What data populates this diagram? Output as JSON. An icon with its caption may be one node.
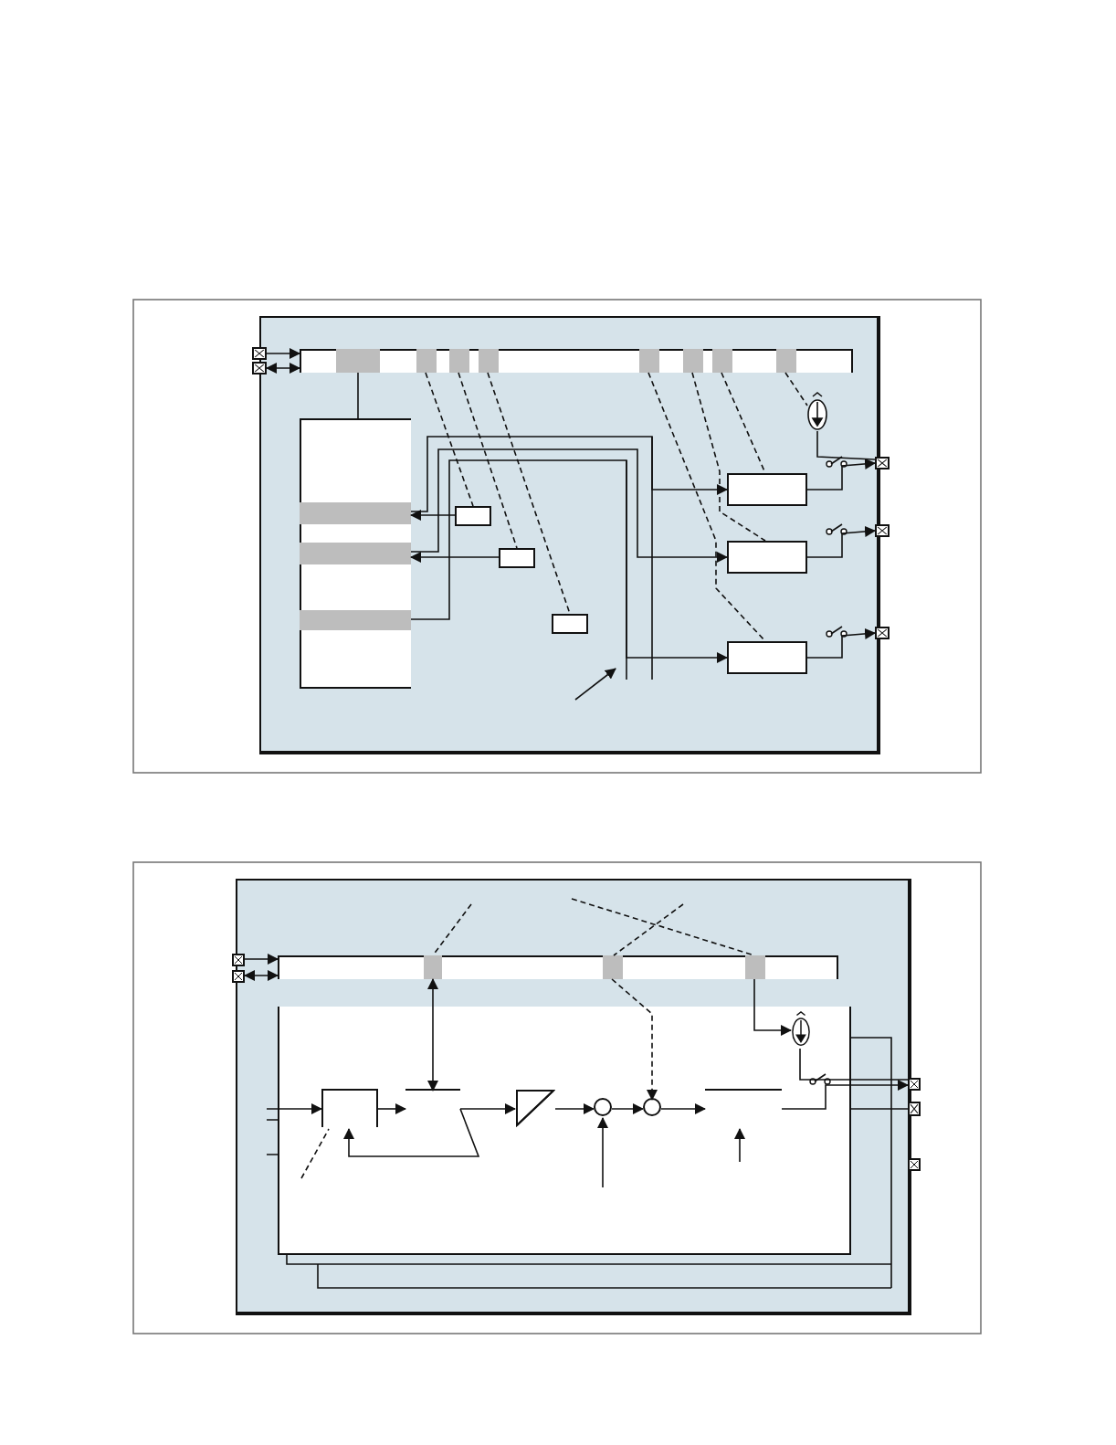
{
  "diagram": {
    "nodes": [
      {
        "text": [],
        "shape": "box"
      },
      {
        "text": [],
        "shape": "bar",
        "in": 0
      },
      {
        "text": [],
        "shape": "box",
        "in": 1
      },
      {
        "text": [],
        "shape": "box",
        "in": 1
      },
      {
        "text": [],
        "shape": "box",
        "in": 1
      },
      {
        "text": [],
        "shape": "box",
        "in": 1
      },
      {
        "text": [],
        "shape": "box",
        "in": 1
      },
      {
        "text": [],
        "shape": "box",
        "in": 1
      },
      {
        "text": [],
        "shape": "box",
        "in": 1
      },
      {
        "text": [],
        "shape": "box",
        "in": 1
      },
      {
        "text": [],
        "shape": "box",
        "in": 0
      },
      {
        "text": [],
        "shape": "bar",
        "in": 10
      },
      {
        "text": [],
        "shape": "bar",
        "in": 10
      },
      {
        "text": [],
        "shape": "bar",
        "in": 10
      },
      {
        "text": [],
        "shape": "box",
        "in": 0
      },
      {
        "text": [],
        "shape": "box",
        "in": 0
      },
      {
        "text": [],
        "shape": "box",
        "in": 0
      },
      {
        "text": [],
        "shape": "box",
        "in": 0
      },
      {
        "text": [],
        "shape": "box",
        "in": 0
      },
      {
        "text": [],
        "shape": "box",
        "in": 0
      },
      {
        "text": [],
        "shape": "box"
      },
      {
        "text": [],
        "shape": "box"
      },
      {
        "text": [],
        "shape": "box"
      },
      {
        "text": [],
        "shape": "box"
      },
      {
        "text": [],
        "shape": "box"
      },
      {
        "text": [],
        "shape": "circle",
        "in": 0
      },
      {
        "text": [],
        "shape": "box"
      },
      {
        "text": [],
        "shape": "bar",
        "in": 26
      },
      {
        "text": [],
        "shape": "box",
        "in": 27
      },
      {
        "text": [],
        "shape": "box",
        "in": 27
      },
      {
        "text": [],
        "shape": "box",
        "in": 27
      },
      {
        "text": [],
        "shape": "box",
        "in": 26
      },
      {
        "text": [],
        "shape": "box",
        "in": 31
      },
      {
        "text": [],
        "shape": "box",
        "in": 31
      },
      {
        "text": [],
        "shape": "triangle",
        "in": 31
      },
      {
        "text": [],
        "shape": "circle",
        "in": 31
      },
      {
        "text": [],
        "shape": "circle",
        "in": 31
      },
      {
        "text": [],
        "shape": "box",
        "in": 31
      },
      {
        "text": [],
        "shape": "circle",
        "in": 31
      },
      {
        "text": [],
        "shape": "box"
      },
      {
        "text": [],
        "shape": "box"
      },
      {
        "text": [],
        "shape": "box"
      },
      {
        "text": [],
        "shape": "box"
      },
      {
        "text": [],
        "shape": "box"
      }
    ],
    "edges": [
      {
        "from": 20,
        "to": 1,
        "arrow": "to"
      },
      {
        "from": 21,
        "to": 1,
        "arrow": "both"
      },
      {
        "from": 2,
        "to": 10,
        "arrow": "none"
      },
      {
        "from": 3,
        "to": 14,
        "arrow": "none",
        "style": "dashed"
      },
      {
        "from": 4,
        "to": 15,
        "arrow": "none",
        "style": "dashed"
      },
      {
        "from": 5,
        "to": 16,
        "arrow": "none",
        "style": "dashed"
      },
      {
        "from": 6,
        "to": 19,
        "arrow": "none",
        "style": "dashed"
      },
      {
        "from": 7,
        "to": 18,
        "arrow": "none",
        "style": "dashed"
      },
      {
        "from": 8,
        "to": 17,
        "arrow": "none",
        "style": "dashed"
      },
      {
        "from": 9,
        "to": 25,
        "arrow": "none",
        "style": "dashed"
      },
      {
        "from": 14,
        "to": 11,
        "arrow": "to"
      },
      {
        "from": 15,
        "to": 12,
        "arrow": "to"
      },
      {
        "from": 11,
        "to": 17,
        "arrow": "to"
      },
      {
        "from": 12,
        "to": 18,
        "arrow": "to"
      },
      {
        "from": 13,
        "to": 19,
        "arrow": "to"
      },
      {
        "from": 17,
        "to": 22,
        "arrow": "to"
      },
      {
        "from": 18,
        "to": 23,
        "arrow": "to"
      },
      {
        "from": 19,
        "to": 24,
        "arrow": "to"
      },
      {
        "from": 25,
        "to": 22,
        "arrow": "none"
      },
      {
        "from": 39,
        "to": 27,
        "arrow": "to"
      },
      {
        "from": 40,
        "to": 27,
        "arrow": "both"
      },
      {
        "from": 28,
        "to": 33,
        "arrow": "both"
      },
      {
        "from": 29,
        "to": 36,
        "arrow": "to",
        "style": "dashed"
      },
      {
        "from": 30,
        "to": 38,
        "arrow": "to"
      },
      {
        "from": null,
        "to": 32,
        "arrow": "to"
      },
      {
        "from": 32,
        "to": 33,
        "arrow": "to"
      },
      {
        "from": 33,
        "to": 34,
        "arrow": "to"
      },
      {
        "from": 33,
        "to": 32,
        "arrow": "to"
      },
      {
        "from": 34,
        "to": 35,
        "arrow": "to"
      },
      {
        "from": 35,
        "to": 36,
        "arrow": "to"
      },
      {
        "from": 36,
        "to": 37,
        "arrow": "to"
      },
      {
        "from": 37,
        "to": 41,
        "arrow": "to"
      },
      {
        "from": 38,
        "to": 41,
        "arrow": "none"
      },
      {
        "from": null,
        "to": 35,
        "arrow": "to"
      },
      {
        "from": null,
        "to": 37,
        "arrow": "to"
      },
      {
        "from": null,
        "to": 28,
        "arrow": "none",
        "style": "dashed"
      },
      {
        "from": null,
        "to": 29,
        "arrow": "none",
        "style": "dashed"
      },
      {
        "from": null,
        "to": 30,
        "arrow": "none",
        "style": "dashed"
      },
      {
        "from": null,
        "to": 32,
        "arrow": "none",
        "style": "dashed"
      },
      {
        "from": 31,
        "to": 42,
        "arrow": "none"
      }
    ]
  }
}
